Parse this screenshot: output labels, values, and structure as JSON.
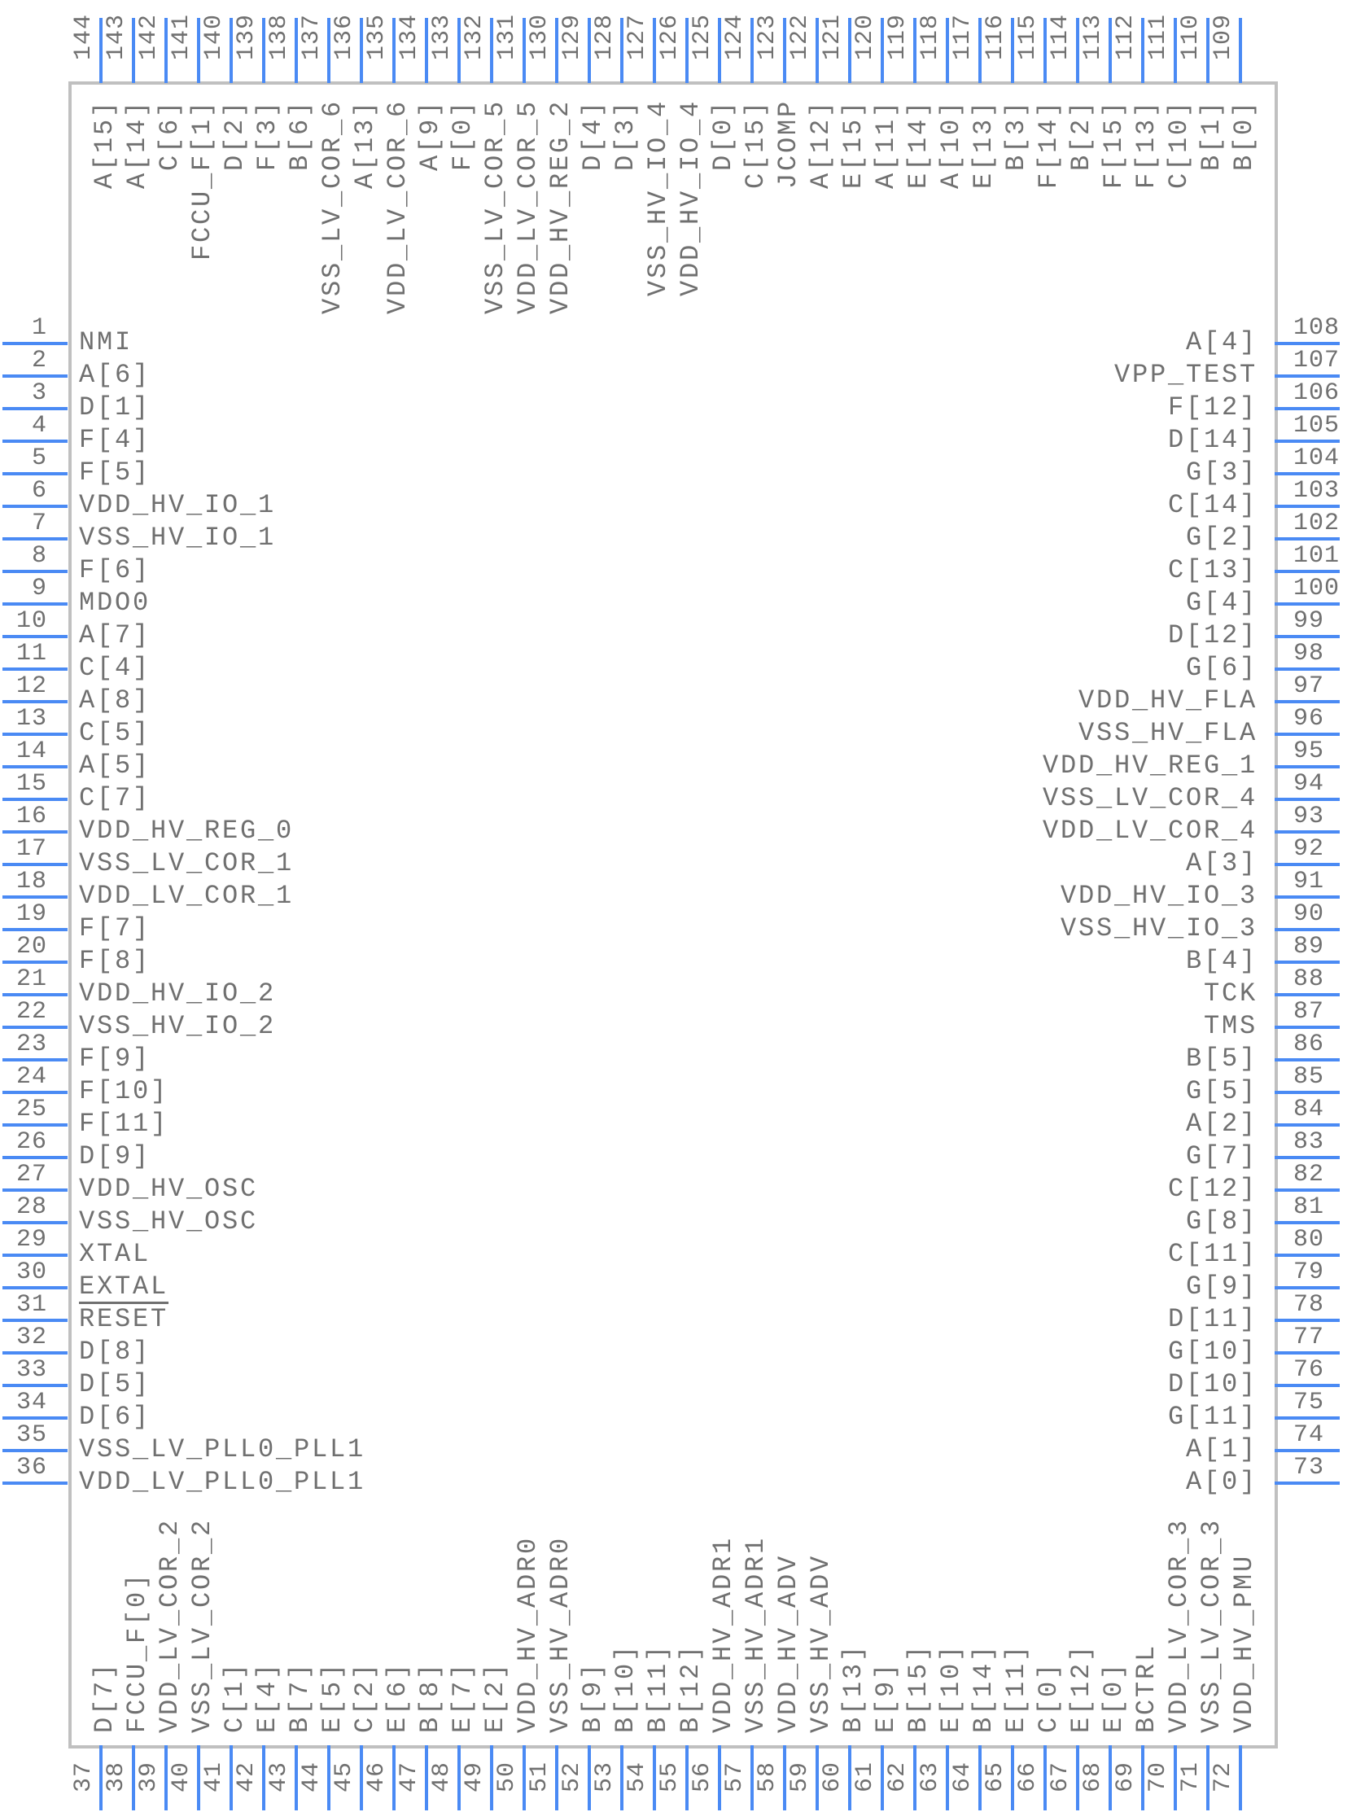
{
  "component": {
    "colors": {
      "pin": "#4a8af4",
      "outline": "#c0c0c0",
      "text": "#707070"
    },
    "left_pins": [
      {
        "num": "1",
        "name": "NMI"
      },
      {
        "num": "2",
        "name": "A[6]"
      },
      {
        "num": "3",
        "name": "D[1]"
      },
      {
        "num": "4",
        "name": "F[4]"
      },
      {
        "num": "5",
        "name": "F[5]"
      },
      {
        "num": "6",
        "name": "VDD_HV_IO_1"
      },
      {
        "num": "7",
        "name": "VSS_HV_IO_1"
      },
      {
        "num": "8",
        "name": "F[6]"
      },
      {
        "num": "9",
        "name": "MDO0"
      },
      {
        "num": "10",
        "name": "A[7]"
      },
      {
        "num": "11",
        "name": "C[4]"
      },
      {
        "num": "12",
        "name": "A[8]"
      },
      {
        "num": "13",
        "name": "C[5]"
      },
      {
        "num": "14",
        "name": "A[5]"
      },
      {
        "num": "15",
        "name": "C[7]"
      },
      {
        "num": "16",
        "name": "VDD_HV_REG_0"
      },
      {
        "num": "17",
        "name": "VSS_LV_COR_1"
      },
      {
        "num": "18",
        "name": "VDD_LV_COR_1"
      },
      {
        "num": "19",
        "name": "F[7]"
      },
      {
        "num": "20",
        "name": "F[8]"
      },
      {
        "num": "21",
        "name": "VDD_HV_IO_2"
      },
      {
        "num": "22",
        "name": "VSS_HV_IO_2"
      },
      {
        "num": "23",
        "name": "F[9]"
      },
      {
        "num": "24",
        "name": "F[10]"
      },
      {
        "num": "25",
        "name": "F[11]"
      },
      {
        "num": "26",
        "name": "D[9]"
      },
      {
        "num": "27",
        "name": "VDD_HV_OSC"
      },
      {
        "num": "28",
        "name": "VSS_HV_OSC"
      },
      {
        "num": "29",
        "name": "XTAL"
      },
      {
        "num": "30",
        "name": "EXTAL"
      },
      {
        "num": "31",
        "name": "RESET",
        "overbar": true
      },
      {
        "num": "32",
        "name": "D[8]"
      },
      {
        "num": "33",
        "name": "D[5]"
      },
      {
        "num": "34",
        "name": "D[6]"
      },
      {
        "num": "35",
        "name": "VSS_LV_PLL0_PLL1"
      },
      {
        "num": "36",
        "name": "VDD_LV_PLL0_PLL1"
      }
    ],
    "bottom_pins": [
      {
        "num": "37",
        "name": "D[7]"
      },
      {
        "num": "38",
        "name": "FCCU_F[0]"
      },
      {
        "num": "39",
        "name": "VDD_LV_COR_2"
      },
      {
        "num": "40",
        "name": "VSS_LV_COR_2"
      },
      {
        "num": "41",
        "name": "C[1]"
      },
      {
        "num": "42",
        "name": "E[4]"
      },
      {
        "num": "43",
        "name": "B[7]"
      },
      {
        "num": "44",
        "name": "E[5]"
      },
      {
        "num": "45",
        "name": "C[2]"
      },
      {
        "num": "46",
        "name": "E[6]"
      },
      {
        "num": "47",
        "name": "B[8]"
      },
      {
        "num": "48",
        "name": "E[7]"
      },
      {
        "num": "49",
        "name": "E[2]"
      },
      {
        "num": "50",
        "name": "VDD_HV_ADR0"
      },
      {
        "num": "51",
        "name": "VSS_HV_ADR0"
      },
      {
        "num": "52",
        "name": "B[9]"
      },
      {
        "num": "53",
        "name": "B[10]"
      },
      {
        "num": "54",
        "name": "B[11]"
      },
      {
        "num": "55",
        "name": "B[12]"
      },
      {
        "num": "56",
        "name": "VDD_HV_ADR1"
      },
      {
        "num": "57",
        "name": "VSS_HV_ADR1"
      },
      {
        "num": "58",
        "name": "VDD_HV_ADV"
      },
      {
        "num": "59",
        "name": "VSS_HV_ADV"
      },
      {
        "num": "60",
        "name": "B[13]"
      },
      {
        "num": "61",
        "name": "E[9]"
      },
      {
        "num": "62",
        "name": "B[15]"
      },
      {
        "num": "63",
        "name": "E[10]"
      },
      {
        "num": "64",
        "name": "B[14]"
      },
      {
        "num": "65",
        "name": "E[11]"
      },
      {
        "num": "66",
        "name": "C[0]"
      },
      {
        "num": "67",
        "name": "E[12]"
      },
      {
        "num": "68",
        "name": "E[0]"
      },
      {
        "num": "69",
        "name": "BCTRL"
      },
      {
        "num": "70",
        "name": "VDD_LV_COR_3"
      },
      {
        "num": "71",
        "name": "VSS_LV_COR_3"
      },
      {
        "num": "72",
        "name": "VDD_HV_PMU"
      }
    ],
    "right_pins": [
      {
        "num": "108",
        "name": "A[4]"
      },
      {
        "num": "107",
        "name": "VPP_TEST"
      },
      {
        "num": "106",
        "name": "F[12]"
      },
      {
        "num": "105",
        "name": "D[14]"
      },
      {
        "num": "104",
        "name": "G[3]"
      },
      {
        "num": "103",
        "name": "C[14]"
      },
      {
        "num": "102",
        "name": "G[2]"
      },
      {
        "num": "101",
        "name": "C[13]"
      },
      {
        "num": "100",
        "name": "G[4]"
      },
      {
        "num": "99",
        "name": "D[12]"
      },
      {
        "num": "98",
        "name": "G[6]"
      },
      {
        "num": "97",
        "name": "VDD_HV_FLA"
      },
      {
        "num": "96",
        "name": "VSS_HV_FLA"
      },
      {
        "num": "95",
        "name": "VDD_HV_REG_1"
      },
      {
        "num": "94",
        "name": "VSS_LV_COR_4"
      },
      {
        "num": "93",
        "name": "VDD_LV_COR_4"
      },
      {
        "num": "92",
        "name": "A[3]"
      },
      {
        "num": "91",
        "name": "VDD_HV_IO_3"
      },
      {
        "num": "90",
        "name": "VSS_HV_IO_3"
      },
      {
        "num": "89",
        "name": "B[4]"
      },
      {
        "num": "88",
        "name": "TCK"
      },
      {
        "num": "87",
        "name": "TMS"
      },
      {
        "num": "86",
        "name": "B[5]"
      },
      {
        "num": "85",
        "name": "G[5]"
      },
      {
        "num": "84",
        "name": "A[2]"
      },
      {
        "num": "83",
        "name": "G[7]"
      },
      {
        "num": "82",
        "name": "C[12]"
      },
      {
        "num": "81",
        "name": "G[8]"
      },
      {
        "num": "80",
        "name": "C[11]"
      },
      {
        "num": "79",
        "name": "G[9]"
      },
      {
        "num": "78",
        "name": "D[11]"
      },
      {
        "num": "77",
        "name": "G[10]"
      },
      {
        "num": "76",
        "name": "D[10]"
      },
      {
        "num": "75",
        "name": "G[11]"
      },
      {
        "num": "74",
        "name": "A[1]"
      },
      {
        "num": "73",
        "name": "A[0]"
      }
    ],
    "top_pins": [
      {
        "num": "144",
        "name": "A[15]"
      },
      {
        "num": "143",
        "name": "A[14]"
      },
      {
        "num": "142",
        "name": "C[6]"
      },
      {
        "num": "141",
        "name": "FCCU_F[1]"
      },
      {
        "num": "140",
        "name": "D[2]"
      },
      {
        "num": "139",
        "name": "F[3]"
      },
      {
        "num": "138",
        "name": "B[6]"
      },
      {
        "num": "137",
        "name": "VSS_LV_COR_6"
      },
      {
        "num": "136",
        "name": "A[13]"
      },
      {
        "num": "135",
        "name": "VDD_LV_COR_6"
      },
      {
        "num": "134",
        "name": "A[9]"
      },
      {
        "num": "133",
        "name": "F[0]"
      },
      {
        "num": "132",
        "name": "VSS_LV_COR_5"
      },
      {
        "num": "131",
        "name": "VDD_LV_COR_5"
      },
      {
        "num": "130",
        "name": "VDD_HV_REG_2"
      },
      {
        "num": "129",
        "name": "D[4]"
      },
      {
        "num": "128",
        "name": "D[3]"
      },
      {
        "num": "127",
        "name": "VSS_HV_IO_4"
      },
      {
        "num": "126",
        "name": "VDD_HV_IO_4"
      },
      {
        "num": "125",
        "name": "D[0]"
      },
      {
        "num": "124",
        "name": "C[15]"
      },
      {
        "num": "123",
        "name": "JCOMP"
      },
      {
        "num": "122",
        "name": "A[12]"
      },
      {
        "num": "121",
        "name": "E[15]"
      },
      {
        "num": "120",
        "name": "A[11]"
      },
      {
        "num": "119",
        "name": "E[14]"
      },
      {
        "num": "118",
        "name": "A[10]"
      },
      {
        "num": "117",
        "name": "E[13]"
      },
      {
        "num": "116",
        "name": "B[3]"
      },
      {
        "num": "115",
        "name": "F[14]"
      },
      {
        "num": "114",
        "name": "B[2]"
      },
      {
        "num": "113",
        "name": "F[15]"
      },
      {
        "num": "112",
        "name": "F[13]"
      },
      {
        "num": "111",
        "name": "C[10]"
      },
      {
        "num": "110",
        "name": "B[1]"
      },
      {
        "num": "109",
        "name": "B[0]"
      }
    ]
  }
}
